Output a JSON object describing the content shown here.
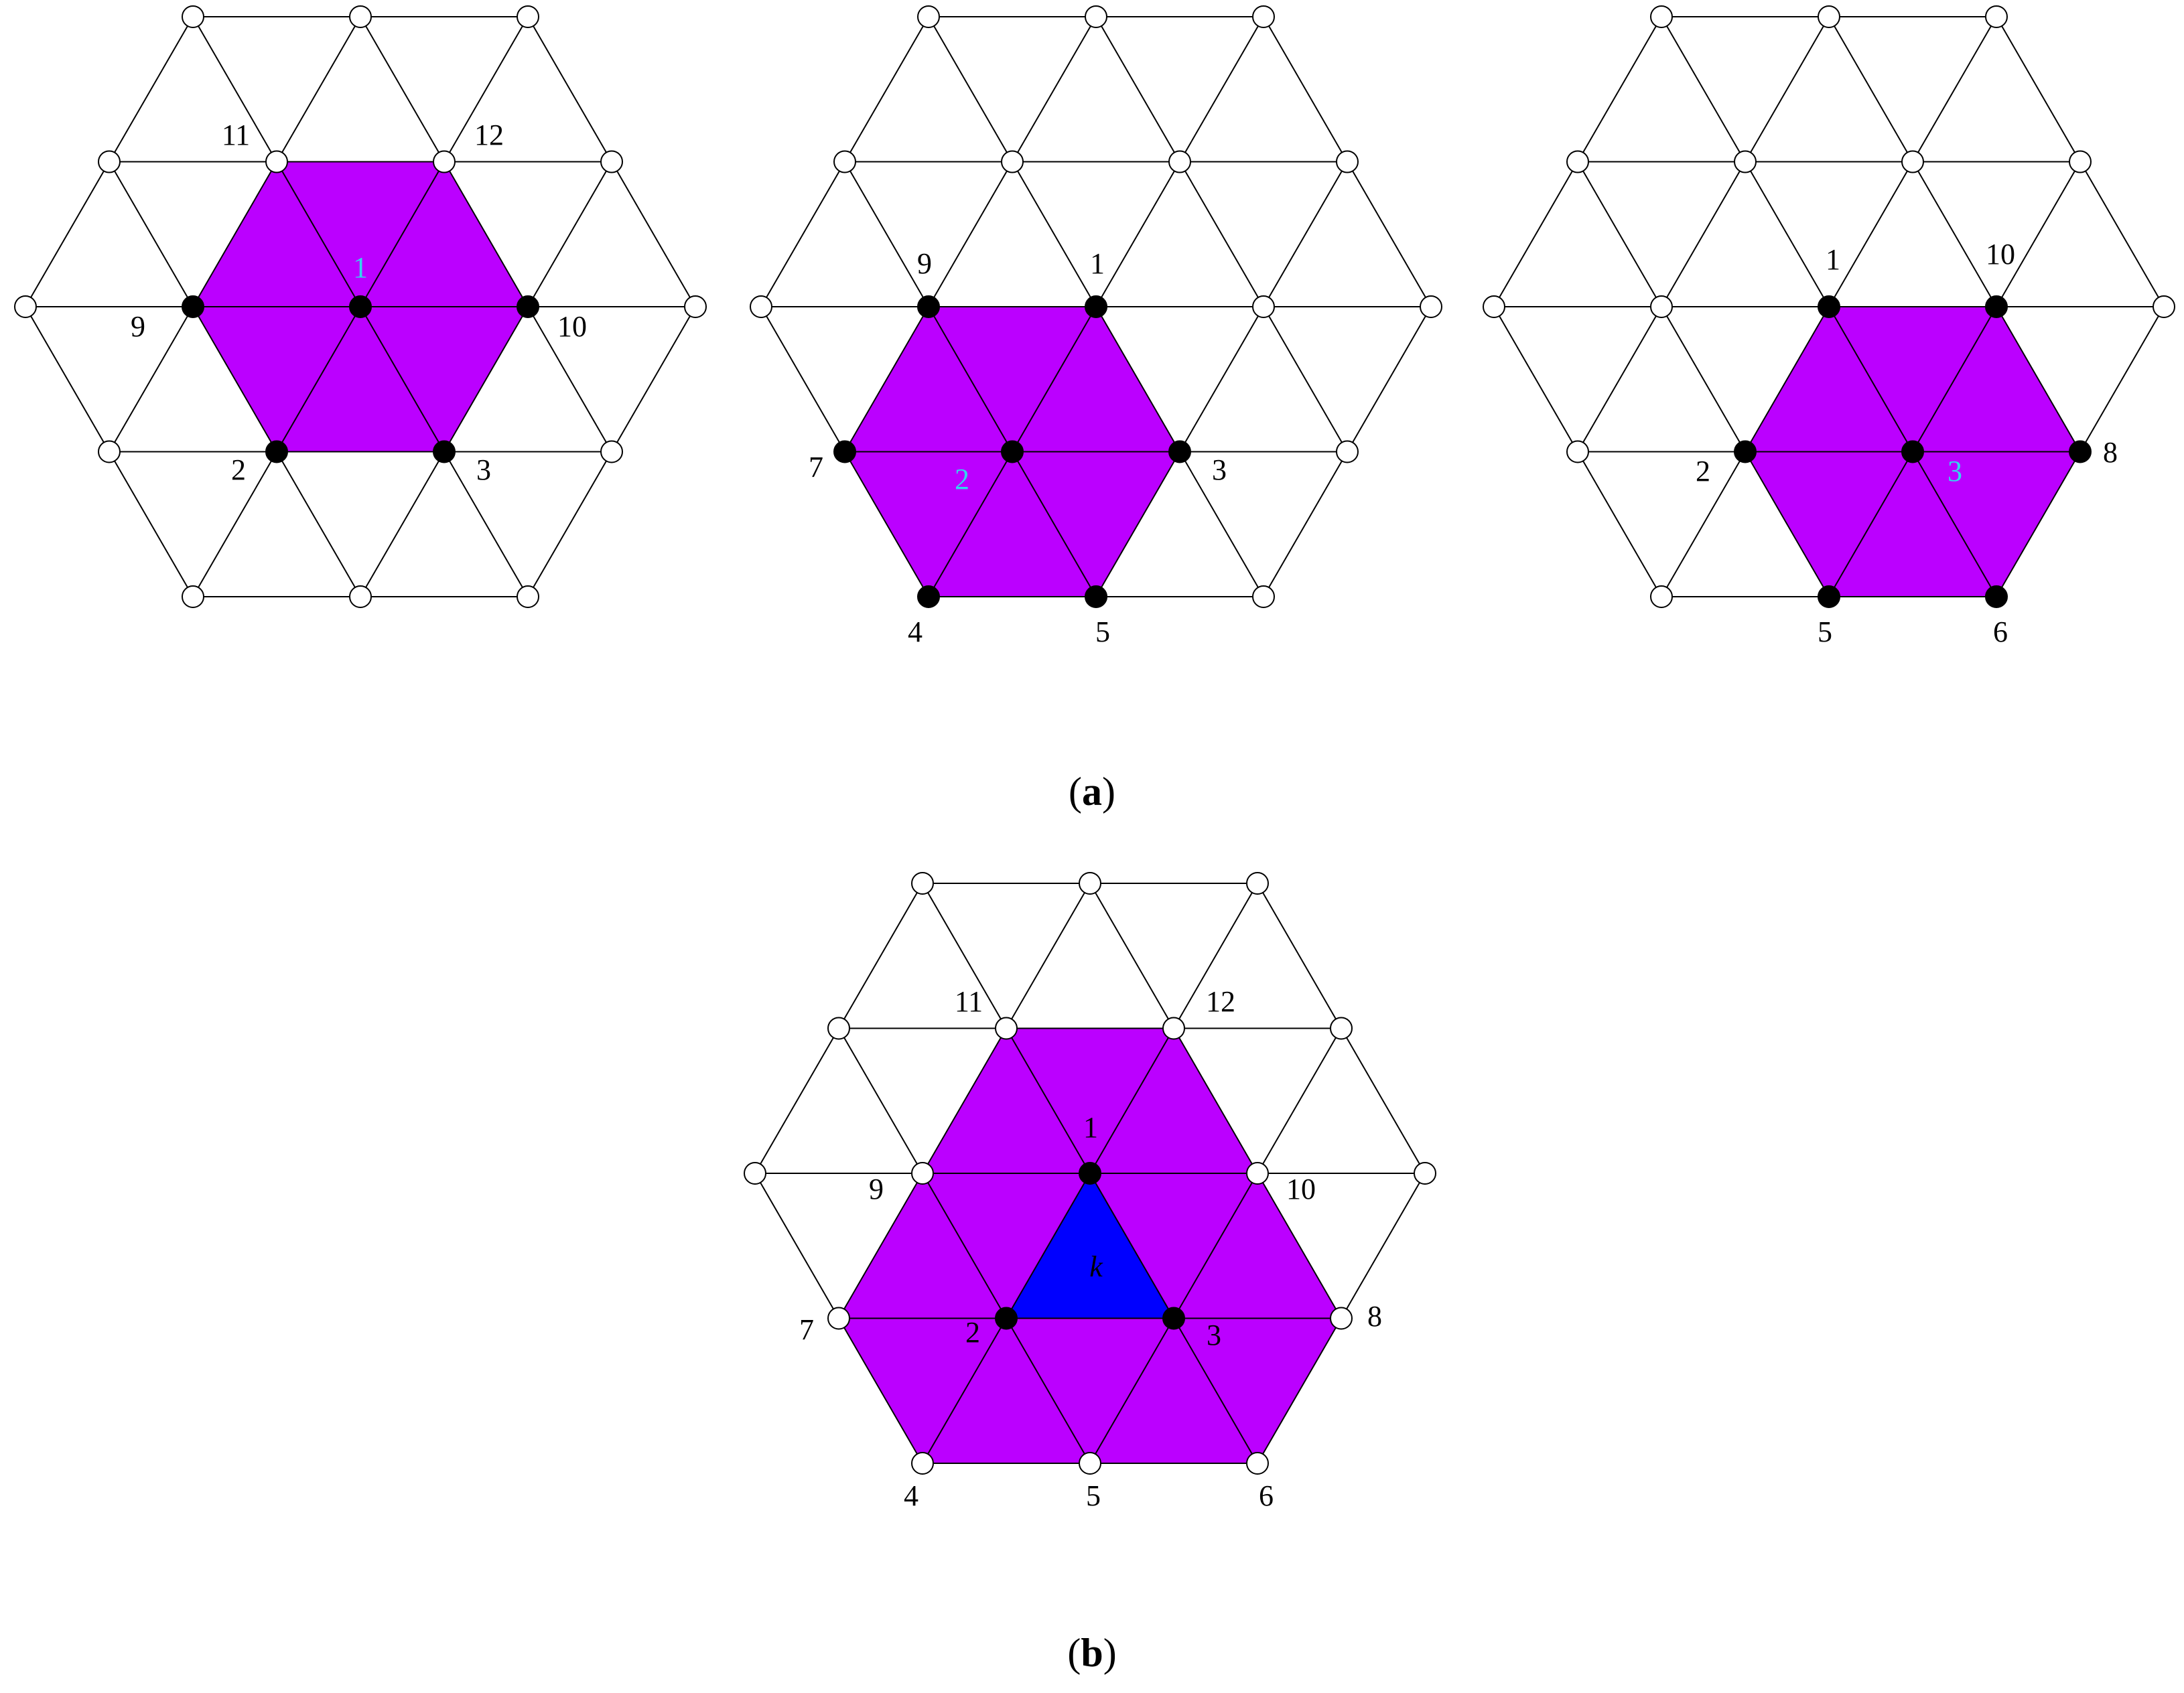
{
  "colors": {
    "patch_fill": "#bb00ff",
    "element_fill": "#0000ff",
    "edge": "#000000",
    "open_node_fill": "#ffffff",
    "closed_node_fill": "#000000",
    "center_label": "#33d6ee"
  },
  "panels": [
    {
      "id": "a1",
      "center_label": "1",
      "patch": "hexagon",
      "node_labels": [
        "11",
        "12",
        "9",
        "10",
        "2",
        "3"
      ]
    },
    {
      "id": "a2",
      "center_label": "2",
      "patch": "hexagon",
      "node_labels": [
        "9",
        "1",
        "7",
        "3",
        "4",
        "5"
      ]
    },
    {
      "id": "a3",
      "center_label": "3",
      "patch": "hexagon",
      "node_labels": [
        "1",
        "10",
        "2",
        "8",
        "5",
        "6"
      ]
    },
    {
      "id": "b",
      "element_label": "k",
      "patch": "union",
      "node_labels": [
        "11",
        "12",
        "1",
        "9",
        "10",
        "7",
        "2",
        "3",
        "8",
        "4",
        "5",
        "6"
      ]
    }
  ],
  "captions": {
    "a": {
      "open": "(",
      "letter": "a",
      "close": ")"
    },
    "b": {
      "open": "(",
      "letter": "b",
      "close": ")"
    }
  }
}
